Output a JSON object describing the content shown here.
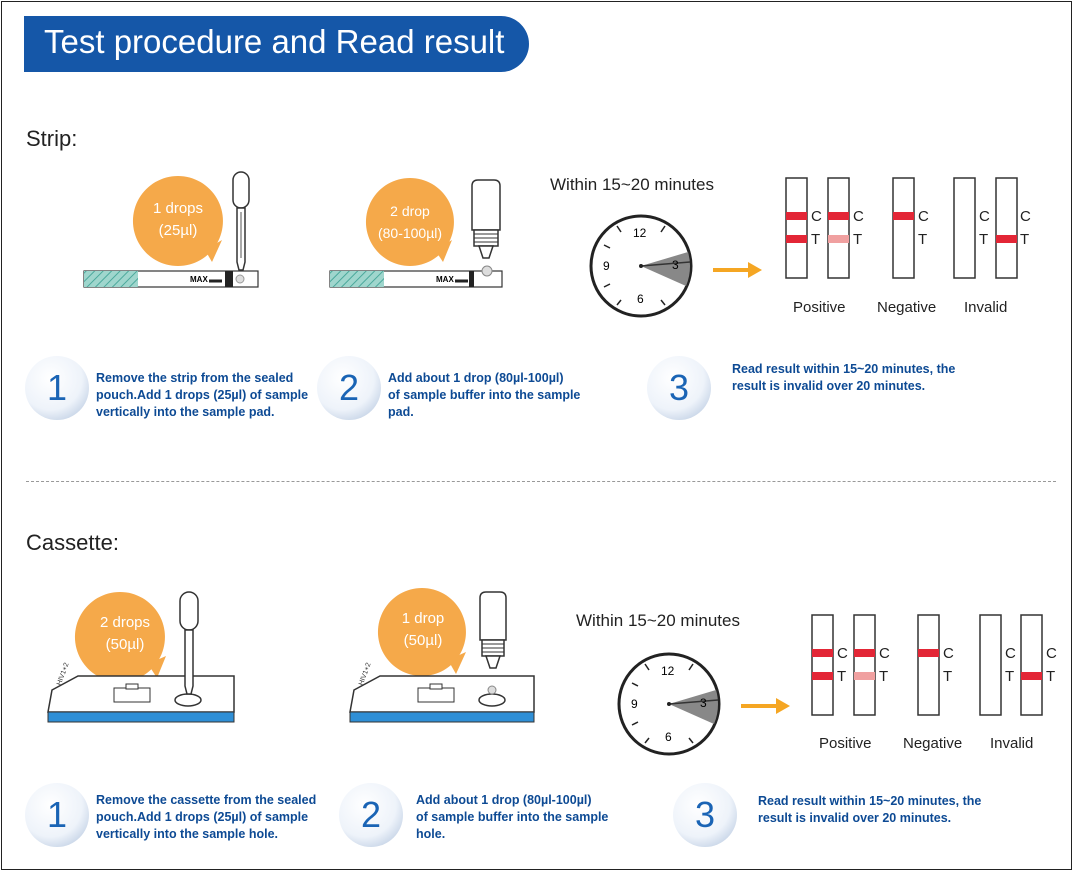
{
  "header": {
    "title": "Test procedure and Read result"
  },
  "strip": {
    "title": "Strip:",
    "bubble1": {
      "line1": "1 drops",
      "line2": "(25µl)"
    },
    "bubble2": {
      "line1": "2 drop",
      "line2": "(80-100µl)"
    },
    "max_label": "MAX",
    "within": "Within 15~20 minutes",
    "results": {
      "positive": "Positive",
      "negative": "Negative",
      "invalid": "Invalid",
      "c": "C",
      "t": "T"
    },
    "clock": {
      "n12": "12",
      "n3": "3",
      "n6": "6",
      "n9": "9"
    },
    "steps": [
      {
        "num": "1",
        "lines": [
          "Remove the strip from the sealed",
          "pouch.Add 1 drops (25µl) of sample",
          "vertically into the sample pad."
        ]
      },
      {
        "num": "2",
        "lines": [
          "Add about 1 drop (80µl-100µl)",
          "of sample buffer into the sample",
          "pad."
        ]
      },
      {
        "num": "3",
        "lines": [
          "Read result within 15~20 minutes, the",
          "result is invalid over 20 minutes."
        ]
      }
    ]
  },
  "cassette": {
    "title": "Cassette:",
    "bubble1": {
      "line1": "2 drops",
      "line2": "(50µl)"
    },
    "bubble2": {
      "line1": "1 drop",
      "line2": "(50µl)"
    },
    "device_label": "HIV1+2",
    "within": "Within 15~20 minutes",
    "results": {
      "positive": "Positive",
      "negative": "Negative",
      "invalid": "Invalid",
      "c": "C",
      "t": "T"
    },
    "clock": {
      "n12": "12",
      "n3": "3",
      "n6": "6",
      "n9": "9"
    },
    "steps": [
      {
        "num": "1",
        "lines": [
          "Remove the cassette from the sealed",
          "pouch.Add 1 drops (25µl) of sample",
          "vertically into the sample hole."
        ]
      },
      {
        "num": "2",
        "lines": [
          "Add about 1 drop (80µl-100µl)",
          "of sample buffer into the sample",
          "hole."
        ]
      },
      {
        "num": "3",
        "lines": [
          "Read result within 15~20 minutes, the",
          "result is invalid over 20 minutes."
        ]
      }
    ]
  },
  "colors": {
    "brand_blue": "#1557a8",
    "bubble_orange": "#f5a94a",
    "line_red": "#e32636",
    "faint_red": "#f0a0a0",
    "arrow_orange": "#f5a623"
  }
}
